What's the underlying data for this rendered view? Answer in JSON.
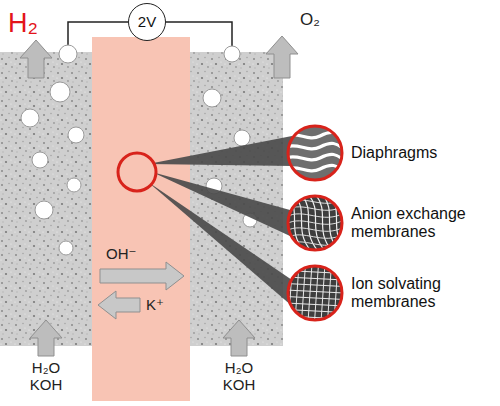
{
  "diagram": {
    "nodes": [
      {
        "text": [
          "2V"
        ]
      },
      {
        "text": [
          "Diaphragms"
        ]
      },
      {
        "text": [
          "Anion exchange membranes"
        ]
      },
      {
        "text": [
          "Ion solvating membranes"
        ]
      }
    ],
    "labels": [
      "H₂",
      "O₂",
      "OH⁻",
      "K⁺",
      "H₂O KOH",
      "H₂O KOH"
    ]
  }
}
